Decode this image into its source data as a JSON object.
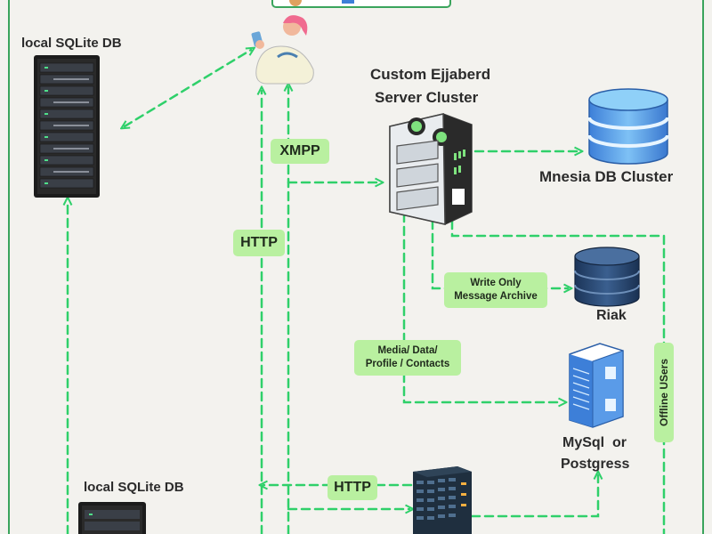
{
  "nodes": {
    "sqlite_top": "local SQLite DB",
    "sqlite_bottom": "local SQLite DB",
    "ejabberd_line1": "Custom Ejjaberd",
    "ejabberd_line2": "Server Cluster",
    "mnesia": "Mnesia DB Cluster",
    "riak": "Riak",
    "mysql_line1": "MySql  or",
    "mysql_line2": "Postgress"
  },
  "edges": {
    "xmpp": "XMPP",
    "http_main": "HTTP",
    "http_bottom": "HTTP",
    "write_only_line1": "Write Only",
    "write_only_line2": "Message Archive",
    "media_line1": "Media/ Data/",
    "media_line2": "Profile / Contacts",
    "offline_users": "Offline USers"
  },
  "colors": {
    "background": "#f3f2ee",
    "frame": "#3aa45c",
    "arrow": "#2fd06a",
    "pill": "#b9f0a0"
  }
}
